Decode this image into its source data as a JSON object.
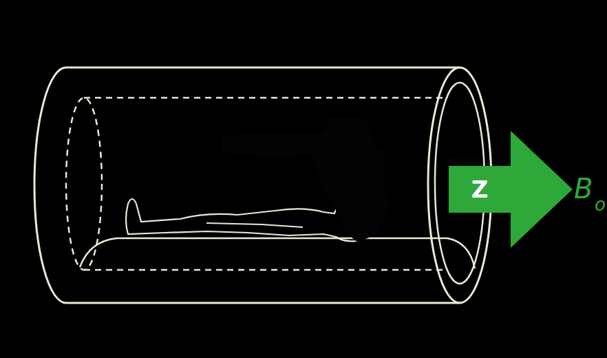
{
  "diagram": {
    "nodes": [
      {
        "text": [
          "Z"
        ]
      }
    ],
    "labels": [
      "B",
      "o"
    ]
  }
}
